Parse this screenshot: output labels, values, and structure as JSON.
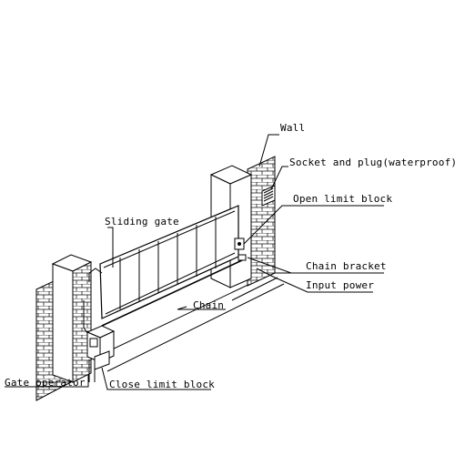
{
  "labels": {
    "wall": "Wall",
    "socket": "Socket and plug(waterproof)",
    "open_limit": "Open limit block",
    "sliding_gate": "Sliding gate",
    "chain_bracket": "Chain bracket",
    "input_power": "Input power",
    "chain": "Chain",
    "gate_operator": "Gate operator",
    "close_limit": "Close limit block"
  }
}
